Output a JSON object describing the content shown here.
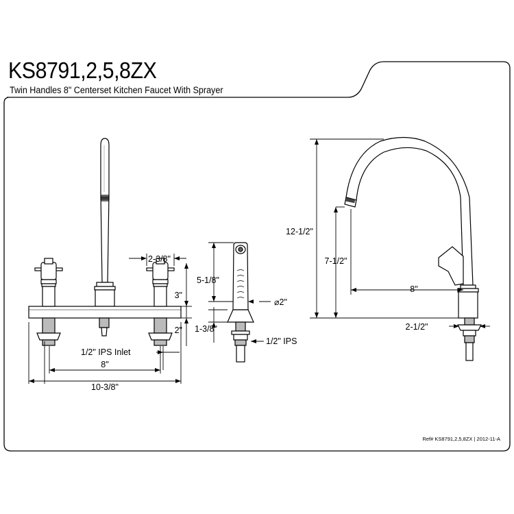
{
  "header": {
    "model": "KS8791,2,5,8ZX",
    "description": "Twin Handles 8\" Centerset Kitchen Faucet With Sprayer"
  },
  "dimensions": {
    "handle_spread": "2-3/8\"",
    "spout_height_total": "12-1/2\"",
    "spout_height_clearance": "7-1/2\"",
    "spout_reach": "8\"",
    "handle_height": "3\"",
    "deck_height": "2\"",
    "inlet_label": "1/2\" IPS Inlet",
    "centers": "8\"",
    "overall_width": "10-3/8\"",
    "sprayer_length": "5-1/8\"",
    "sprayer_diameter": "⌀2\"",
    "sprayer_base_height": "1-3/8\"",
    "sprayer_connection": "1/2\" IPS",
    "side_base_width": "2-1/2\""
  },
  "footer": {
    "ref": "Ref# KS8791,2,5,8ZX | 2012-11-A"
  },
  "colors": {
    "line": "#000000",
    "fill": "#ffffff",
    "hatch": "#555555"
  }
}
